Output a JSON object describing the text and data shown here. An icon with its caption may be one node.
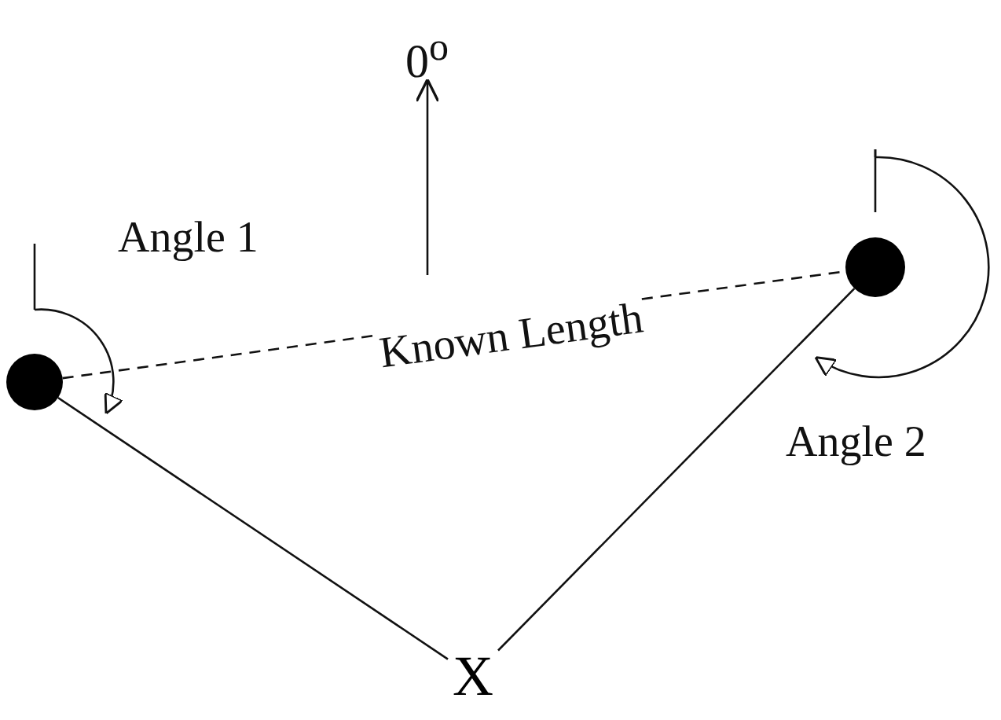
{
  "diagram": {
    "nodes": [
      {
        "text": [],
        "shape": "circle"
      },
      {
        "text": [],
        "shape": "circle"
      },
      {
        "text": [
          "X"
        ]
      }
    ],
    "edges": [
      {
        "from": 0,
        "to": 1,
        "arrow": "none",
        "style": "dashed",
        "label": "Known Length"
      },
      {
        "from": 0,
        "to": 2,
        "arrow": "none"
      },
      {
        "from": 1,
        "to": 2,
        "arrow": "none"
      }
    ],
    "labels": [
      "0$^{o}$",
      "Angle 1",
      "Angle 2"
    ]
  }
}
